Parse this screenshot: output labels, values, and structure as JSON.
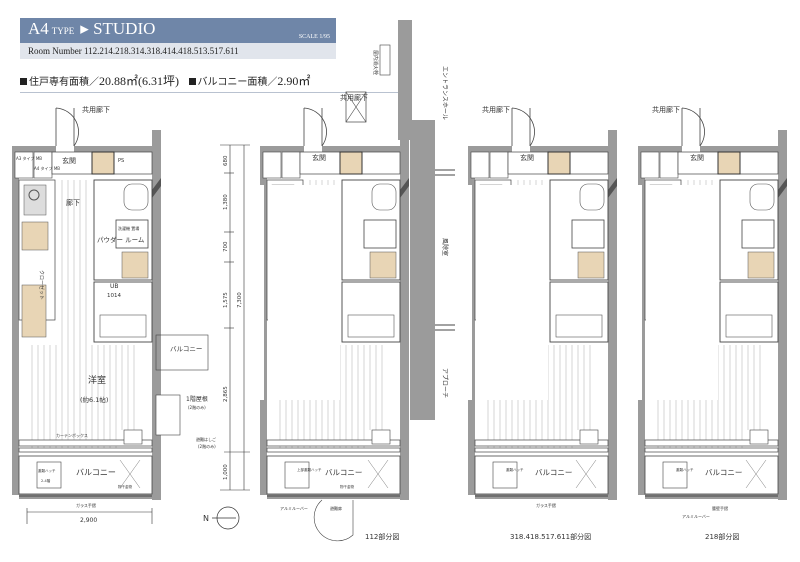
{
  "header": {
    "type_code": "A4",
    "type_word": "TYPE",
    "layout": "▸ STUDIO",
    "scale": "SCALE 1/95",
    "room_numbers": "Room Number 112.214.218.314.318.414.418.513.517.611"
  },
  "areas": {
    "exclusive_label": "住戸専有面積／",
    "exclusive_value": "20.88㎡(6.31坪)",
    "balcony_label": "バルコニー面積／",
    "balcony_value": "2.90㎡"
  },
  "plan_labels": {
    "corridor": "共用廊下",
    "mb1": "A3 タイプ MB",
    "mb2": "A4 タイプ MB",
    "genkan": "玄関",
    "ps": "PS",
    "hallway": "廊下",
    "laundry": "洗濯機 置場",
    "powder_room": "パウダー ルーム",
    "ub": "UB",
    "ub_size": "1014",
    "closet": "クローゼット",
    "western_room": "洋室",
    "western_room_size": "(約6.1帖)",
    "curtain_box": "カーテンボックス",
    "balcony": "バルコニー",
    "evac_hatch": "避難ハッチ",
    "evac_hatch_floors": "2-4階",
    "glass_rail": "ガラス手摺",
    "laundry_hardware": "物干金物",
    "first_floor_roof": "1階屋根",
    "second_floor_only": "(2階のみ)",
    "evac_ladder": "避難はしご",
    "width_dim": "2,900"
  },
  "dimensions": {
    "segments": [
      "680",
      "1,380",
      "700",
      "1,575",
      "2,865",
      "1,000"
    ],
    "total": "7,300"
  },
  "building_labels": {
    "fire_hydrant": "屋内消火栓",
    "entrance_hall": "エントランスホール",
    "windbreak_room": "風除室",
    "approach": "アプローチ",
    "aluminum_louver": "アルミルーバー",
    "evac_door": "避難扉",
    "upper_evac_hatch": "上部避難ハッチ",
    "waist_wall_rail": "腰壁手摺"
  },
  "partial_plans": [
    {
      "caption": "112部分図"
    },
    {
      "caption": "318.418.517.611部分図"
    },
    {
      "caption": "218部分図"
    }
  ],
  "compass": {
    "north": "N"
  },
  "colors": {
    "header": "#6f86a8",
    "subheader": "#e1e5ec",
    "wall": "#9b9b9b",
    "ps": "#e8d5b5"
  }
}
